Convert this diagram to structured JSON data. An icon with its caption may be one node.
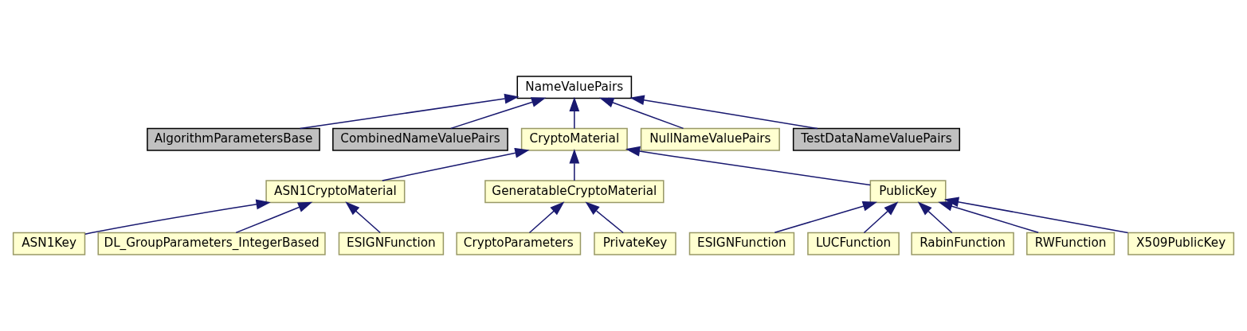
{
  "diagram": {
    "nodes": [
      {
        "text": [
          "NameValuePairs"
        ]
      },
      {
        "text": [
          "AlgorithmParametersBase"
        ]
      },
      {
        "text": [
          "CombinedNameValuePairs"
        ]
      },
      {
        "text": [
          "CryptoMaterial"
        ]
      },
      {
        "text": [
          "NullNameValuePairs"
        ]
      },
      {
        "text": [
          "TestDataNameValuePairs"
        ]
      },
      {
        "text": [
          "ASN1CryptoMaterial"
        ]
      },
      {
        "text": [
          "GeneratableCryptoMaterial"
        ]
      },
      {
        "text": [
          "PublicKey"
        ]
      },
      {
        "text": [
          "ASN1Key"
        ]
      },
      {
        "text": [
          "DL_GroupParameters_IntegerBased"
        ]
      },
      {
        "text": [
          "ESIGNFunction"
        ]
      },
      {
        "text": [
          "CryptoParameters"
        ]
      },
      {
        "text": [
          "PrivateKey"
        ]
      },
      {
        "text": [
          "ESIGNFunction"
        ]
      },
      {
        "text": [
          "LUCFunction"
        ]
      },
      {
        "text": [
          "RabinFunction"
        ]
      },
      {
        "text": [
          "RWFunction"
        ]
      },
      {
        "text": [
          "X509PublicKey"
        ]
      }
    ],
    "edges": [
      {
        "from": 1,
        "to": 0,
        "arrow": "to"
      },
      {
        "from": 2,
        "to": 0,
        "arrow": "to"
      },
      {
        "from": 3,
        "to": 0,
        "arrow": "to"
      },
      {
        "from": 4,
        "to": 0,
        "arrow": "to"
      },
      {
        "from": 5,
        "to": 0,
        "arrow": "to"
      },
      {
        "from": 6,
        "to": 3,
        "arrow": "to"
      },
      {
        "from": 7,
        "to": 3,
        "arrow": "to"
      },
      {
        "from": 8,
        "to": 3,
        "arrow": "to"
      },
      {
        "from": 9,
        "to": 6,
        "arrow": "to"
      },
      {
        "from": 10,
        "to": 6,
        "arrow": "to"
      },
      {
        "from": 11,
        "to": 6,
        "arrow": "to"
      },
      {
        "from": 12,
        "to": 7,
        "arrow": "to"
      },
      {
        "from": 13,
        "to": 7,
        "arrow": "to"
      },
      {
        "from": 14,
        "to": 8,
        "arrow": "to"
      },
      {
        "from": 15,
        "to": 8,
        "arrow": "to"
      },
      {
        "from": 16,
        "to": 8,
        "arrow": "to"
      },
      {
        "from": 17,
        "to": 8,
        "arrow": "to"
      },
      {
        "from": 18,
        "to": 8,
        "arrow": "to"
      }
    ]
  }
}
